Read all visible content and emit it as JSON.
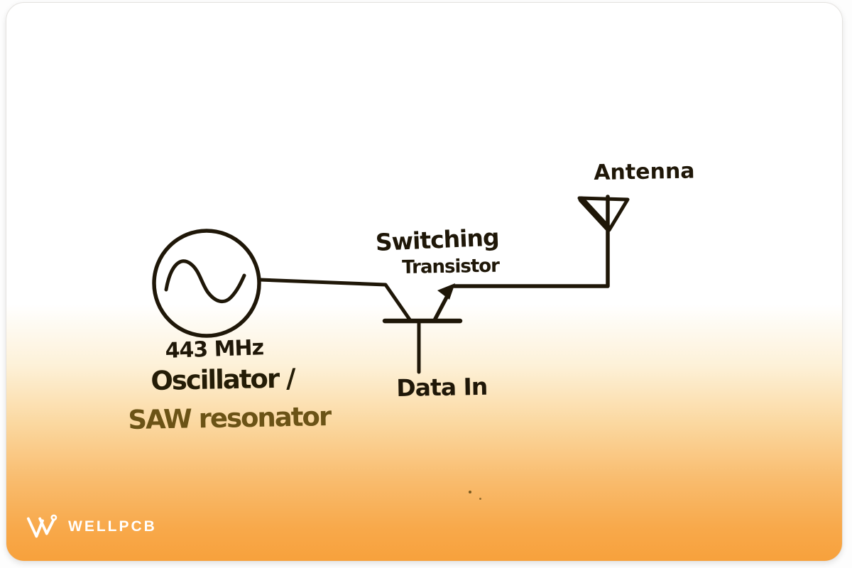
{
  "page": {
    "background": "#fdfdfd"
  },
  "card": {
    "border_color": "#e4e2df",
    "gradient": [
      "#ffffff",
      "#fdf1d8",
      "#fbd9a2",
      "#f9bd70",
      "#f7a13c"
    ]
  },
  "diagram": {
    "ink_color": "#1f1708",
    "saw_text_color": "#6b5316",
    "labels": {
      "antenna": "Antenna",
      "switching_line1": "Switching",
      "switching_line2": "Transistor",
      "data_in": "Data In",
      "frequency": "443 MHz",
      "oscillator": "Oscillator /",
      "saw_resonator": "SAW resonator"
    }
  },
  "footer": {
    "brand": "WELLPCB",
    "brand_color": "#ffffff"
  }
}
